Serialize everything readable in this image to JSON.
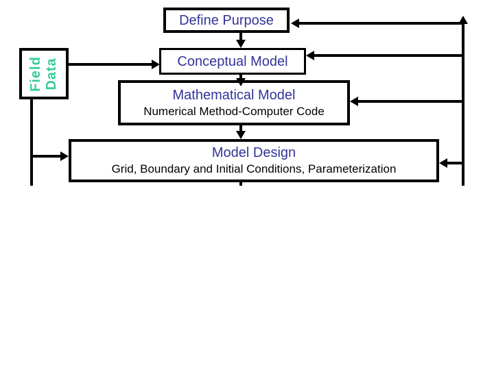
{
  "colors": {
    "heading_text": "#333399",
    "field_data_text": "#33CC99",
    "line": "#000000",
    "background": "#FFFFFF"
  },
  "nodes": {
    "define_purpose": {
      "label": "Define Purpose"
    },
    "field_data": {
      "line1": "Field",
      "line2": "Data"
    },
    "conceptual_model": {
      "label": "Conceptual Model"
    },
    "mathematical_model": {
      "title": "Mathematical Model",
      "subtitle": "Numerical Method-Computer Code"
    },
    "model_design": {
      "title": "Model Design",
      "subtitle": "Grid, Boundary and Initial Conditions, Parameterization"
    }
  },
  "edges": [
    {
      "from": "define_purpose",
      "to": "conceptual_model",
      "direction": "down"
    },
    {
      "from": "conceptual_model",
      "to": "mathematical_model",
      "direction": "down"
    },
    {
      "from": "mathematical_model",
      "to": "model_design",
      "direction": "down"
    },
    {
      "from": "model_design",
      "to": "offscreen-bottom",
      "direction": "down"
    },
    {
      "from": "field_data",
      "to": "conceptual_model",
      "direction": "right"
    },
    {
      "from": "field_data",
      "to": "model_design",
      "direction": "right"
    },
    {
      "from": "feedback_trunk",
      "to": "define_purpose",
      "direction": "left"
    },
    {
      "from": "feedback_trunk",
      "to": "conceptual_model",
      "direction": "left"
    },
    {
      "from": "feedback_trunk",
      "to": "mathematical_model",
      "direction": "left"
    },
    {
      "from": "feedback_trunk",
      "to": "model_design",
      "direction": "left"
    }
  ]
}
